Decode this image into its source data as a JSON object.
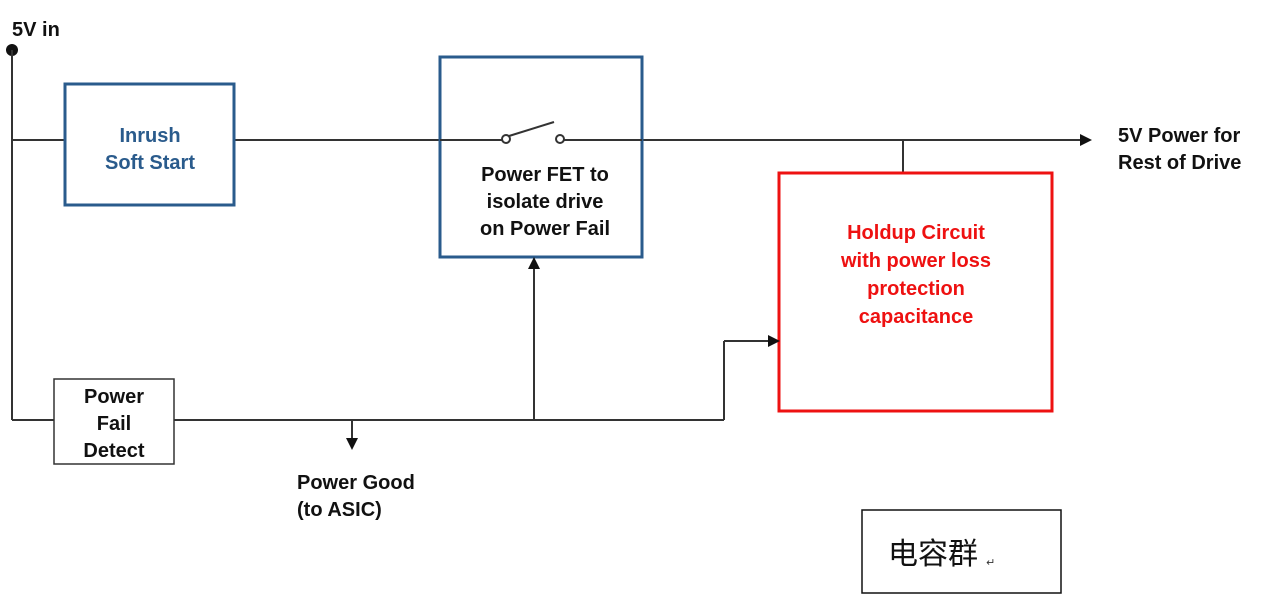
{
  "labels": {
    "input": "5V in",
    "output_line1": "5V Power for",
    "output_line2": "Rest of Drive",
    "power_good_line1": "Power Good",
    "power_good_line2": "(to ASIC)"
  },
  "blocks": {
    "inrush": {
      "lines": [
        "Inrush",
        "Soft Start"
      ]
    },
    "power_fet": {
      "lines": [
        "Power FET to",
        "isolate drive",
        "on Power Fail"
      ]
    },
    "holdup": {
      "lines": [
        "Holdup Circuit",
        "with power loss",
        "protection",
        "capacitance"
      ]
    },
    "power_fail_detect": {
      "lines": [
        "Power",
        "Fail",
        "Detect"
      ]
    }
  },
  "note": {
    "text": "电容群",
    "mark": "↵"
  },
  "colors": {
    "blue_block": "#2a5b8c",
    "red_block": "#ee1111",
    "wire": "#333333"
  }
}
